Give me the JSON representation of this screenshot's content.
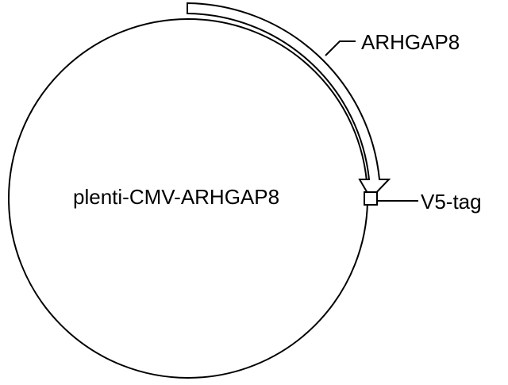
{
  "plasmid": {
    "name": "plenti-CMV-ARHGAP8"
  },
  "features": [
    {
      "type": "gene-arrow",
      "label": "ARHGAP8"
    },
    {
      "type": "tag-box",
      "label": "V5-tag"
    }
  ],
  "colors": {
    "line": "#000000",
    "fill": "#ffffff",
    "background": "#ffffff"
  }
}
